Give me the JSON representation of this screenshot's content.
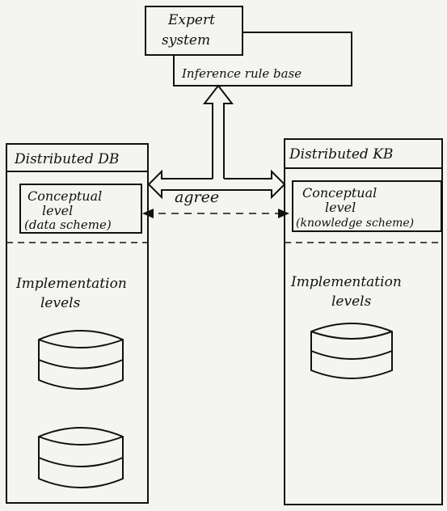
{
  "expert_system": {
    "title_line1": "Expert",
    "title_line2": "system",
    "rule_base": "Inference rule base"
  },
  "left_block": {
    "title": "Distributed DB",
    "conceptual_line1": "Conceptual",
    "conceptual_line2": "level",
    "conceptual_line3": "(data scheme)",
    "impl_line1": "Implementation",
    "impl_line2": "levels"
  },
  "right_block": {
    "title": "Distributed KB",
    "conceptual_line1": "Conceptual",
    "conceptual_line2": "level",
    "conceptual_line3": "(knowledge scheme)",
    "impl_line1": "Implementation",
    "impl_line2": "levels"
  },
  "link_label": "agree",
  "colors": {
    "background": "#f4f4f0",
    "ink": "#111111"
  }
}
